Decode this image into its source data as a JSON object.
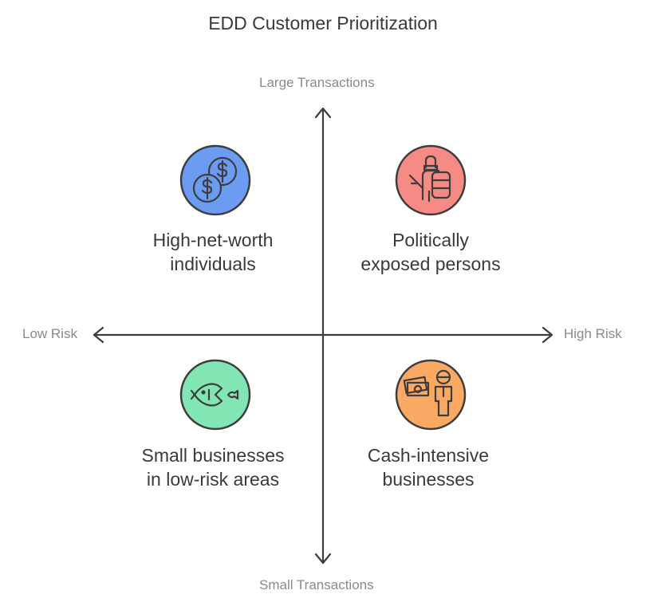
{
  "title": "EDD Customer Prioritization",
  "axes": {
    "top": "Large Transactions",
    "bottom": "Small Transactions",
    "left": "Low Risk",
    "right": "High Risk"
  },
  "quadrants": {
    "top_left": {
      "line1": "High-net-worth",
      "line2": "individuals",
      "icon": "coins-icon",
      "color": "#6b9cf2"
    },
    "top_right": {
      "line1": "Politically",
      "line2": "exposed persons",
      "icon": "politician-icon",
      "color": "#f68b86"
    },
    "bottom_left": {
      "line1": "Small businesses",
      "line2": "in low-risk areas",
      "icon": "fish-icon",
      "color": "#82e6b4"
    },
    "bottom_right": {
      "line1": "Cash-intensive",
      "line2": "businesses",
      "icon": "cash-person-icon",
      "color": "#f9a964"
    }
  },
  "colors": {
    "axis": "#3d3d3d",
    "text": "#3a3a3a",
    "muted": "#8a8a8a"
  }
}
